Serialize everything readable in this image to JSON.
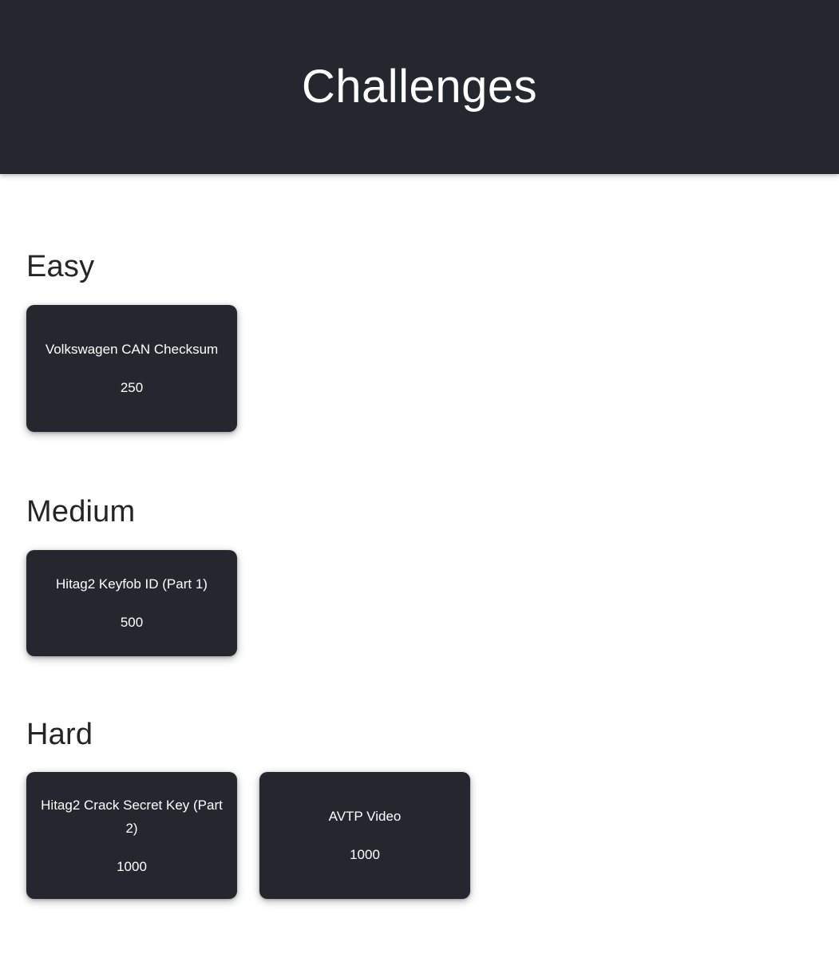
{
  "colors": {
    "header_bg": "#24272d",
    "card_bg": "#24272d",
    "page_bg": "#ffffff",
    "heading_text": "#252525",
    "card_text": "#ffffff",
    "title_text": "#ffffff"
  },
  "header": {
    "title": "Challenges"
  },
  "sections": [
    {
      "heading": "Easy",
      "cards": [
        {
          "title": "Volkswagen CAN Checksum",
          "value": "250"
        }
      ]
    },
    {
      "heading": "Medium",
      "cards": [
        {
          "title": "Hitag2 Keyfob ID (Part 1)",
          "value": "500"
        }
      ]
    },
    {
      "heading": "Hard",
      "cards": [
        {
          "title": "Hitag2 Crack Secret Key (Part 2)",
          "value": "1000"
        },
        {
          "title": "AVTP Video",
          "value": "1000"
        }
      ]
    }
  ]
}
